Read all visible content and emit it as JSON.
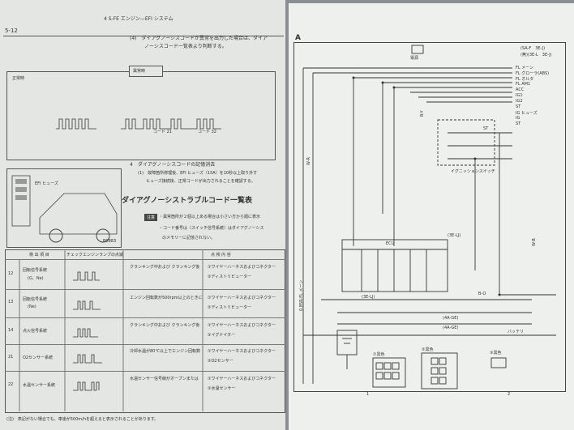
{
  "left": {
    "page_number": "5-12",
    "header_title": "4 S-FE エンジン—EFI システム",
    "intro_line1": "(4)　ダイアグノーシスコードが異常を出力した場合は、ダイア",
    "intro_line2": "ノーシスコード一覧表より判断する。",
    "waveform_normal_label": "正常時",
    "waveform_abnormal_label": "異常時",
    "code_label_a": "コード 21",
    "code_label_b": "コード 32",
    "section4": "4　ダイアグノーシスコードの記憶消去",
    "section4_line1": "(1)　故障箇所修理後、EFI ヒューズ（15A）を10秒以上取り外す",
    "section4_line2": "ヒューズ接続後、正常コードが出力されることを確認する。",
    "efi_fuse_label": "EFI ヒューズ",
    "table_title": "ダイアグノーシストラブルコード一覧表",
    "note_tag": "注意",
    "note1": "・異常箇所が２個以上ある場合は小さい方から順に表示",
    "note2": "・コード番号は（スイッチ信号系統）はダイアグノーシス",
    "note2b": "のメモリーに記憶されない。",
    "figure_id": "B0883",
    "col1": "検 出 項 目",
    "col2": "チェックエンジンランプの点滅",
    "col3": "点 検 内 容",
    "rows": [
      {
        "code": "12",
        "item": "回転信号系統",
        "item_sub": "(G、Ne)",
        "desc": "クランキング中および クランキング後",
        "check1": "①ワイヤーハーネスおよびコネクター",
        "check2": "②ディストリビューター"
      },
      {
        "code": "13",
        "item": "回転信号系統",
        "item_sub": "(Ne)",
        "desc": "エンジン回転数が500rpm以上のときに",
        "check1": "①ワイヤーハーネスおよびコネクター",
        "check2": "②ディストリビューター"
      },
      {
        "code": "14",
        "item": "点火信号系統",
        "item_sub": "",
        "desc": "クランキング中および クランキング後",
        "check1": "①ワイヤーハーネスおよびコネクター",
        "check2": "②イグナイター"
      },
      {
        "code": "21",
        "item": "O2センサー系統",
        "item_sub": "",
        "desc": "冷却水温が80℃以上でエンジン回転数",
        "check1": "①ワイヤーハーネスおよびコネクター",
        "check2": "②O2センサー"
      },
      {
        "code": "22",
        "item": "水温センサー系統",
        "item_sub": "",
        "desc": "水温センサー信号線がオープンまたは",
        "check1": "①ワイヤーハーネスおよびコネクター",
        "check2": "②水温センサー"
      }
    ],
    "footnote": "(注)　表記がない場合でも、車速が500m/hを超えると表示されることがあります。"
  },
  "right": {
    "corner_label": "A",
    "battery_label": "電源",
    "legend1": "(SA-F　3E-J)",
    "legend2": "(無)(3E-L　3E-J)",
    "fuse_labels": [
      "FL メーン",
      "FL グローラ(ABS)",
      "FL オルタ",
      "FL AM1",
      "ACC",
      "IG1",
      "IG2",
      "ST",
      "IG ヒューズ",
      "IG",
      "ST"
    ],
    "switch_title": "イグニッションスイッチ",
    "ecu_label": "ECU",
    "connector_labels": [
      "(3E-LJ)",
      "(3E-LJ)",
      "(4A-GE)",
      "(4A-GE)"
    ],
    "st_label": "ST",
    "battery_bottom": "バッテリ",
    "conn_title_a": "①黒色",
    "conn_title_b": "②黒色",
    "conn_title_c": "③黒色",
    "bottom_markers": [
      "1",
      "2"
    ],
    "wire_labels": [
      "0.85R-FL メーン",
      "W-R",
      "B-Y",
      "B-O",
      "W-B"
    ]
  }
}
